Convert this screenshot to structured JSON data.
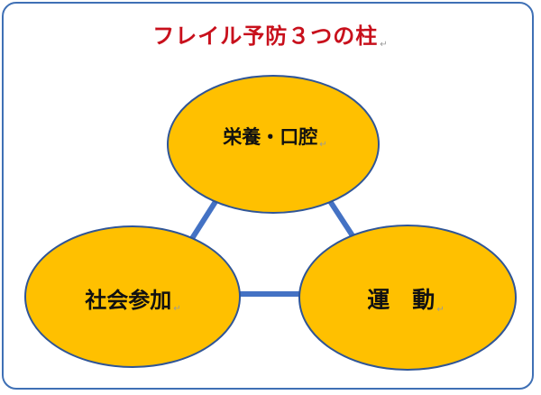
{
  "title": "フレイル予防３つの柱",
  "paragraph_mark": "↵",
  "nodes": {
    "top": "栄養・口腔",
    "left": "社会参加",
    "right": "運　動"
  },
  "colors": {
    "frame": "#3f70b5",
    "title": "#c8101c",
    "node_fill": "#ffc000",
    "node_stroke": "#2f5597",
    "connector": "#4472c4"
  }
}
